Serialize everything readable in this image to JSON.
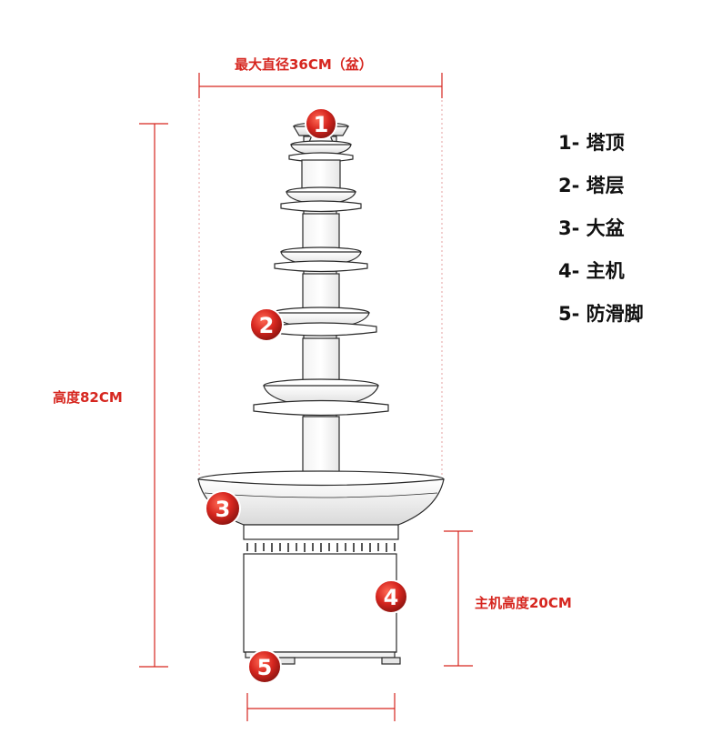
{
  "dimensions": {
    "basin_diameter": "最大直径36CM（盆）",
    "total_height": "高度82CM",
    "base_height": "主机高度20CM"
  },
  "callouts": [
    "1",
    "2",
    "3",
    "4",
    "5"
  ],
  "legend": [
    {
      "num": "1-",
      "label": "塔顶"
    },
    {
      "num": "2-",
      "label": "塔层"
    },
    {
      "num": "3-",
      "label": "大盆"
    },
    {
      "num": "4-",
      "label": "主机"
    },
    {
      "num": "5-",
      "label": "防滑脚"
    }
  ],
  "colors": {
    "dimension": "#d6261f",
    "badge_fill": "#c8231c",
    "outline": "#2a2a2a"
  }
}
